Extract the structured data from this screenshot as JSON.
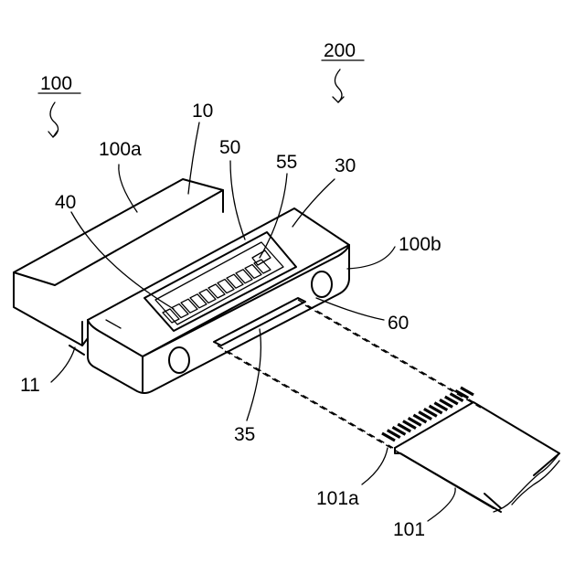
{
  "labels": {
    "l100": "100",
    "l200": "200",
    "l10": "10",
    "l100a": "100a",
    "l50": "50",
    "l55": "55",
    "l30": "30",
    "l40": "40",
    "l100b": "100b",
    "l60": "60",
    "l11": "11",
    "l35": "35",
    "l101a": "101a",
    "l101": "101"
  }
}
